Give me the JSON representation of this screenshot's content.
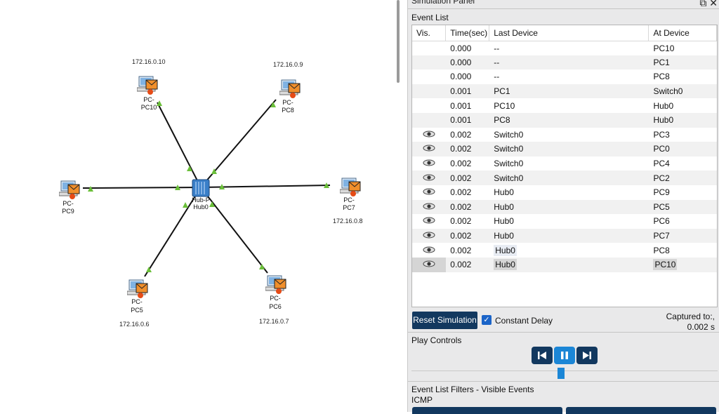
{
  "topology": {
    "devices": [
      {
        "id": "pc10",
        "label_top": "PC-",
        "label": "PC10",
        "ip": "172.16.0.10"
      },
      {
        "id": "pc8",
        "label_top": "PC-",
        "label": "PC8",
        "ip": "172.16.0.9"
      },
      {
        "id": "pc9",
        "label_top": "PC-",
        "label": "PC9",
        "ip": ""
      },
      {
        "id": "pc7",
        "label_top": "PC-",
        "label": "PC7",
        "ip": "172.16.0.8"
      },
      {
        "id": "pc5",
        "label_top": "PC-",
        "label": "PC5",
        "ip": "172.16.0.6"
      },
      {
        "id": "pc6",
        "label_top": "PC-",
        "label": "PC6",
        "ip": "172.16.0.7"
      }
    ],
    "hub": {
      "label_top": "Hub-P",
      "label": "Hub0"
    }
  },
  "panel": {
    "title": "Simulation Panel",
    "event_list_label": "Event List",
    "columns": [
      "Vis.",
      "Time(sec)",
      "Last Device",
      "At Device"
    ],
    "events": [
      {
        "vis": false,
        "time": "0.000",
        "last": "--",
        "at": "PC10"
      },
      {
        "vis": false,
        "time": "0.000",
        "last": "--",
        "at": "PC1"
      },
      {
        "vis": false,
        "time": "0.000",
        "last": "--",
        "at": "PC8"
      },
      {
        "vis": false,
        "time": "0.001",
        "last": "PC1",
        "at": "Switch0"
      },
      {
        "vis": false,
        "time": "0.001",
        "last": "PC10",
        "at": "Hub0"
      },
      {
        "vis": false,
        "time": "0.001",
        "last": "PC8",
        "at": "Hub0"
      },
      {
        "vis": true,
        "time": "0.002",
        "last": "Switch0",
        "at": "PC3"
      },
      {
        "vis": true,
        "time": "0.002",
        "last": "Switch0",
        "at": "PC0"
      },
      {
        "vis": true,
        "time": "0.002",
        "last": "Switch0",
        "at": "PC4"
      },
      {
        "vis": true,
        "time": "0.002",
        "last": "Switch0",
        "at": "PC2"
      },
      {
        "vis": true,
        "time": "0.002",
        "last": "Hub0",
        "at": "PC9"
      },
      {
        "vis": true,
        "time": "0.002",
        "last": "Hub0",
        "at": "PC5"
      },
      {
        "vis": true,
        "time": "0.002",
        "last": "Hub0",
        "at": "PC6"
      },
      {
        "vis": true,
        "time": "0.002",
        "last": "Hub0",
        "at": "PC7"
      },
      {
        "vis": true,
        "time": "0.002",
        "last": "Hub0",
        "at": "PC8"
      },
      {
        "vis": true,
        "time": "0.002",
        "last": "Hub0",
        "at": "PC10"
      }
    ],
    "reset_label": "Reset Simulation",
    "constant_delay_label": "Constant Delay",
    "captured_label": "Captured to:,",
    "captured_value": "0.002 s",
    "play_controls_label": "Play Controls",
    "filters_label": "Event List Filters - Visible Events",
    "filters_value": "ICMP"
  }
}
